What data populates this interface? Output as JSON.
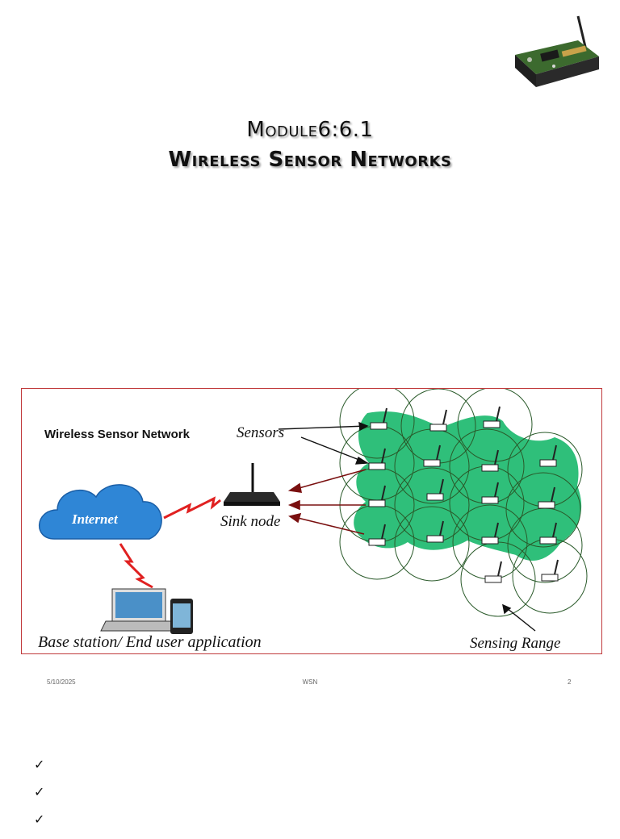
{
  "slide": {
    "title_line1": "Module6:6.1",
    "title_line2": "Wireless Sensor Networks"
  },
  "figure": {
    "heading": "Wireless Sensor Network",
    "internet_label": "Internet",
    "sensors_label": "Sensors",
    "sink_label": "Sink node",
    "base_label": "Base station/ End user application",
    "range_label": "Sensing Range",
    "colors": {
      "border": "#c0393b",
      "cloud": "#2f86d6",
      "sensing_area": "#2fbf7a",
      "lightning": "#e02020",
      "arrow": "#7a1010"
    }
  },
  "footer": {
    "date": "5/10/2025",
    "center": "WSN",
    "page": "2"
  },
  "bullets": [
    "",
    "",
    ""
  ]
}
